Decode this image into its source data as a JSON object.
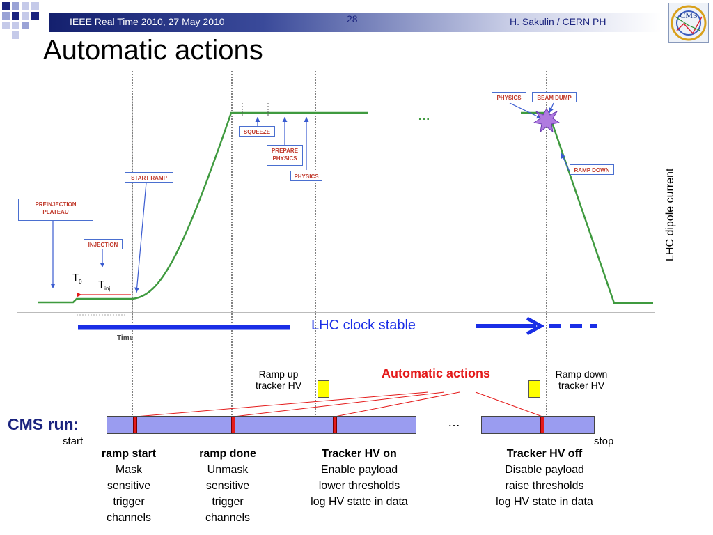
{
  "header": {
    "conference": "IEEE Real Time 2010, 27 May 2010",
    "page_number": "28",
    "author": "H. Sakulin / CERN PH",
    "logo_text": "CMS"
  },
  "title": "Automatic actions",
  "lhc_diagram": {
    "labels": {
      "preinjection": [
        "PREINJECTION",
        "PLATEAU"
      ],
      "injection": "INJECTION",
      "start_ramp": "START RAMP",
      "squeeze": "SQUEEZE",
      "prepare_physics": [
        "PREPARE",
        "PHYSICS"
      ],
      "physics": "PHYSICS",
      "physics_right": "PHYSICS",
      "beam_dump": "BEAM DUMP",
      "ramp_down": "RAMP DOWN"
    },
    "t0": "T",
    "t0_sub": "0",
    "tinj": "T",
    "tinj_sub": "inj",
    "time_axis_label": "Time",
    "ellipsis": "…",
    "dipole_label": "LHC dipole current",
    "clock_label": "LHC clock stable"
  },
  "actions": {
    "ramp_up_label": [
      "Ramp up",
      "tracker HV"
    ],
    "ramp_down_label": [
      "Ramp down",
      "tracker HV"
    ],
    "automatic_actions": "Automatic actions"
  },
  "cms_run": {
    "label": "CMS run:",
    "start": "start",
    "stop": "stop",
    "ellipsis": "…"
  },
  "descriptions": [
    {
      "title": "ramp start",
      "lines": [
        "Mask",
        "sensitive",
        "trigger",
        "channels"
      ]
    },
    {
      "title": "ramp done",
      "lines": [
        "Unmask",
        "sensitive",
        "trigger",
        "channels"
      ]
    },
    {
      "title": "Tracker HV on",
      "lines": [
        "Enable payload",
        "lower thresholds",
        "log HV state in data"
      ]
    },
    {
      "title": "Tracker HV off",
      "lines": [
        "Disable payload",
        "raise thresholds",
        "log HV state in data"
      ]
    }
  ],
  "colors": {
    "curve_green": "#3f9a3f",
    "clock_blue": "#1a2ee6",
    "run_bar": "#9a9cf0",
    "marker_red": "#e41a1a",
    "yellow_box": "#ffff00"
  }
}
